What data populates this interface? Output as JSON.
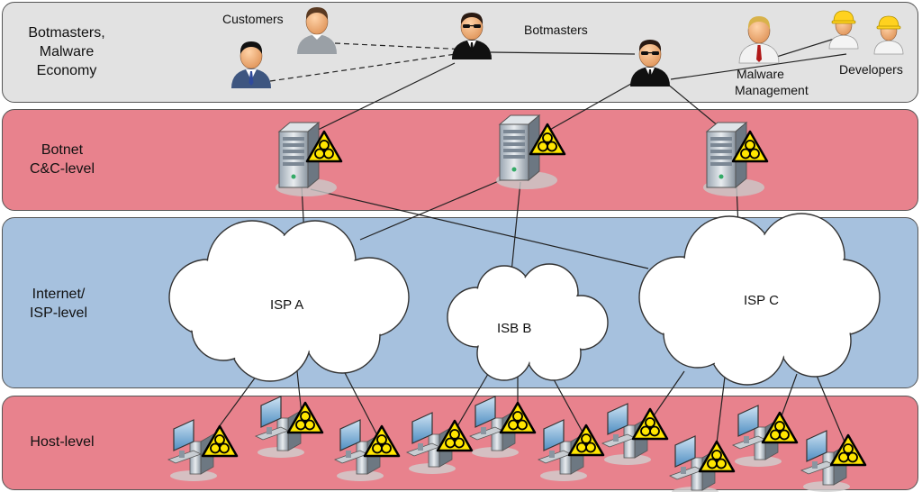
{
  "levels": {
    "economy": [
      "Botmasters,",
      "Malware",
      "Economy"
    ],
    "cc": [
      "Botnet",
      "C&C-level"
    ],
    "isp": [
      "Internet/",
      "ISP-level"
    ],
    "host": [
      "Host-level"
    ]
  },
  "labels": {
    "customers": "Customers",
    "botmasters": "Botmasters",
    "malware_mgmt_1": "Malware",
    "malware_mgmt_2": "Management",
    "developers": "Developers"
  },
  "clouds": {
    "a": "ISP A",
    "b": "ISB B",
    "c": "ISP C"
  },
  "icons": [
    "person-icon",
    "server-icon",
    "biohazard-icon",
    "computer-icon",
    "cloud-icon",
    "hardhat-icon"
  ],
  "colors": {
    "economy_band": "#e2e2e2",
    "threat_band": "#e8828d",
    "internet_band": "#a6c1de",
    "hazard_yellow": "#ffe600"
  }
}
